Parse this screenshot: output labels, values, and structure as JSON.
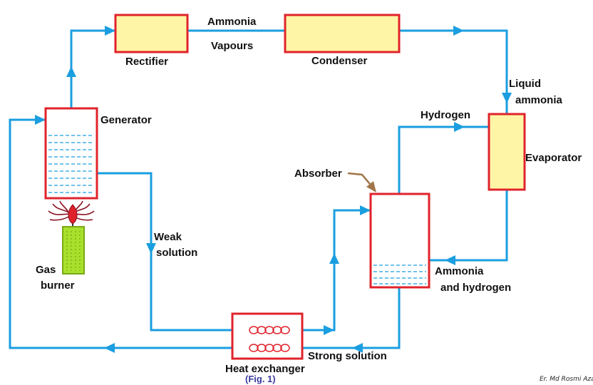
{
  "labels": {
    "rectifier": "Rectifier",
    "ammonia_top": "Ammonia",
    "vapours": "Vapours",
    "condenser": "Condenser",
    "liquid": "Liquid",
    "ammonia_liquid": "ammonia",
    "hydrogen": "Hydrogen",
    "evaporator": "Evaporator",
    "generator": "Generator",
    "absorber": "Absorber",
    "weak": "Weak",
    "solution": "solution",
    "gas": "Gas",
    "burner": "burner",
    "ammonia_and": "Ammonia",
    "and_hydrogen": "and hydrogen",
    "strong_solution": "Strong solution",
    "heat_exchanger": "Heat exchanger",
    "fig": "(Fig. 1)",
    "signature": "Er. Md Rosmi Azad"
  },
  "colors": {
    "pipe": "#1a9ee0",
    "box_border": "#e0232b",
    "box_fill": "#fff5a6",
    "liquid": "#1a9ee0",
    "burner_fill": "#a8e02c",
    "flame": "#e0232b",
    "fig_text": "#3a3aa0",
    "absorber_arrow": "#a0764a"
  }
}
